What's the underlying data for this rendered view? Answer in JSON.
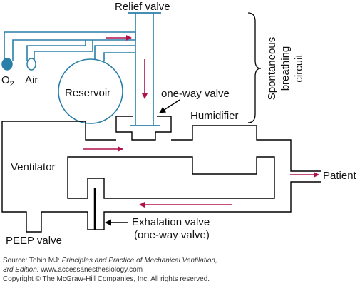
{
  "labels": {
    "relief_valve": "Relief valve",
    "o2": "O",
    "o2_sub": "2",
    "air": "Air",
    "reservoir": "Reservoir",
    "one_way_valve": "one-way valve",
    "humidifier": "Humidifier",
    "spontaneous_1": "Spontaneous",
    "spontaneous_2": "breathing",
    "spontaneous_3": "circuit",
    "ventilator": "Ventilator",
    "patient": "Patient",
    "exhalation_valve": "Exhalation valve",
    "exhalation_valve_sub": "(one-way valve)",
    "peep_valve": "PEEP valve"
  },
  "footer": {
    "source_prefix": "Source: Tobin MJ: ",
    "source_title": "Principles and Practice of Mechanical Ventilation,",
    "edition": "3rd Edition: ",
    "url": "www.accessanesthesiology.com",
    "copyright": "Copyright © The McGraw-Hill Companies, Inc. All rights reserved."
  },
  "colors": {
    "blue_pipe": "#2a7fa8",
    "red_arrow": "#b0124e",
    "o2_fill": "#2a7fa8"
  }
}
